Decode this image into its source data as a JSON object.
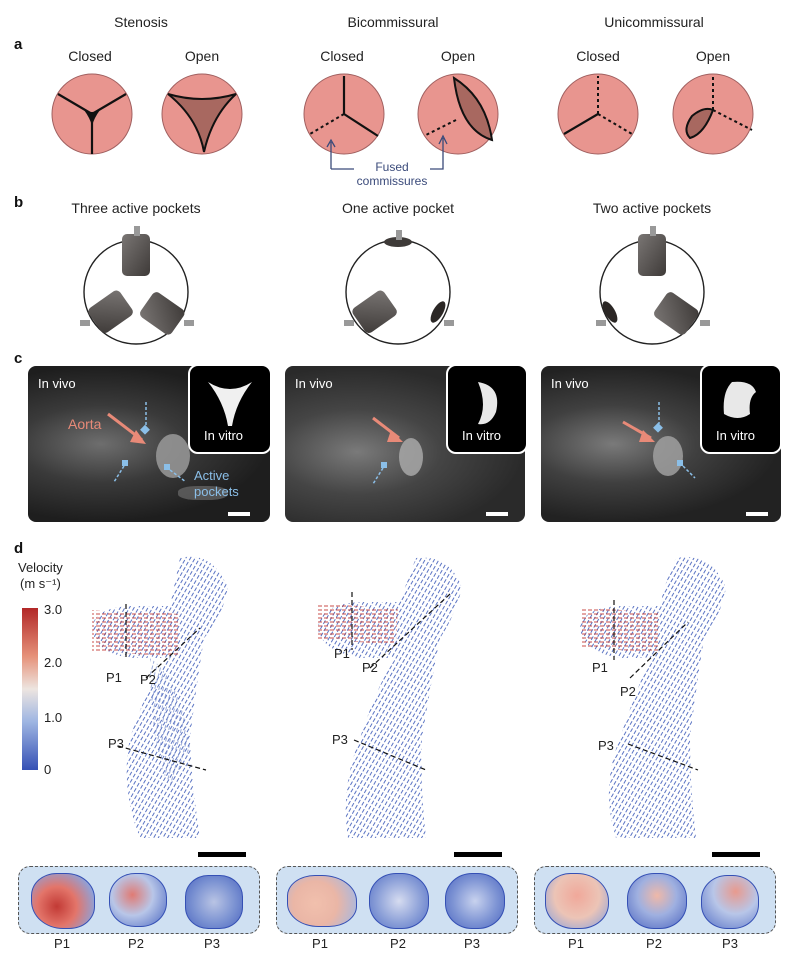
{
  "panels": {
    "a": {
      "letter": "a",
      "groups": [
        {
          "title": "Stenosis",
          "closed": "Closed",
          "open": "Open"
        },
        {
          "title": "Bicommissural",
          "closed": "Closed",
          "open": "Open"
        },
        {
          "title": "Unicommissural",
          "closed": "Closed",
          "open": "Open"
        }
      ],
      "fused_label_1": "Fused",
      "fused_label_2": "commissures"
    },
    "b": {
      "letter": "b",
      "titles": [
        "Three active pockets",
        "One active pocket",
        "Two active pockets"
      ]
    },
    "c": {
      "letter": "c",
      "in_vivo": "In vivo",
      "in_vitro": "In vitro",
      "aorta": "Aorta",
      "active_pockets_1": "Active",
      "active_pockets_2": "pockets"
    },
    "d": {
      "letter": "d",
      "velocity_title": "Velocity",
      "velocity_unit": "(m s⁻¹)",
      "ticks": [
        "3.0",
        "2.0",
        "1.0",
        "0"
      ],
      "planes": [
        "P1",
        "P2",
        "P3"
      ]
    }
  },
  "colors": {
    "valve_fill": "#e8958f",
    "leaflet_open": "#a86860",
    "flow_high": "#b22828",
    "flow_mid": "#e8e2de",
    "flow_low": "#3550b5",
    "annotation_blue": "#8bbfe8",
    "aorta_arrow": "#e88a78"
  }
}
